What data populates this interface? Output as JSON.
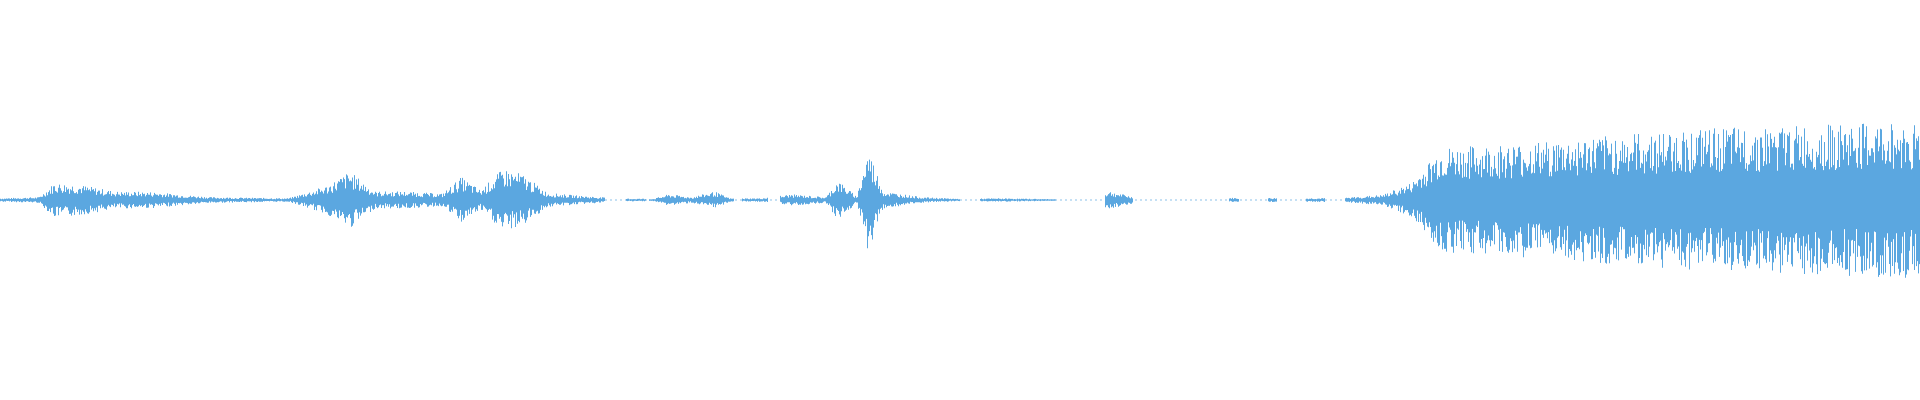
{
  "waveform": {
    "color": "#5BA7E0",
    "background": "#FFFFFF",
    "orientation": "horizontal",
    "envelope": [
      [
        0.0,
        0.006
      ],
      [
        0.02,
        0.01
      ],
      [
        0.028,
        0.06
      ],
      [
        0.04,
        0.055
      ],
      [
        0.06,
        0.03
      ],
      [
        0.08,
        0.028
      ],
      [
        0.095,
        0.018
      ],
      [
        0.11,
        0.01
      ],
      [
        0.13,
        0.008
      ],
      [
        0.15,
        0.006
      ],
      [
        0.17,
        0.05
      ],
      [
        0.182,
        0.1
      ],
      [
        0.195,
        0.03
      ],
      [
        0.21,
        0.03
      ],
      [
        0.23,
        0.022
      ],
      [
        0.24,
        0.08
      ],
      [
        0.25,
        0.035
      ],
      [
        0.262,
        0.11
      ],
      [
        0.272,
        0.09
      ],
      [
        0.285,
        0.025
      ],
      [
        0.3,
        0.016
      ],
      [
        0.32,
        0.006
      ],
      [
        0.34,
        0.004
      ],
      [
        0.348,
        0.02
      ],
      [
        0.36,
        0.01
      ],
      [
        0.372,
        0.03
      ],
      [
        0.38,
        0.006
      ],
      [
        0.396,
        0.006
      ],
      [
        0.412,
        0.02
      ],
      [
        0.43,
        0.01
      ],
      [
        0.436,
        0.07
      ],
      [
        0.446,
        0.012
      ],
      [
        0.452,
        0.18
      ],
      [
        0.46,
        0.03
      ],
      [
        0.48,
        0.01
      ],
      [
        0.5,
        0.004
      ],
      [
        0.52,
        0.006
      ],
      [
        0.54,
        0.004
      ],
      [
        0.56,
        0.002
      ],
      [
        0.578,
        0.03
      ],
      [
        0.592,
        0.008
      ],
      [
        0.62,
        0.006
      ],
      [
        0.65,
        0.008
      ],
      [
        0.68,
        0.006
      ],
      [
        0.7,
        0.008
      ],
      [
        0.72,
        0.018
      ],
      [
        0.735,
        0.06
      ],
      [
        0.75,
        0.18
      ],
      [
        0.8,
        0.2
      ],
      [
        0.85,
        0.23
      ],
      [
        0.9,
        0.25
      ],
      [
        0.95,
        0.26
      ],
      [
        1.0,
        0.27
      ]
    ],
    "silences": [
      [
        0.315,
        0.326
      ],
      [
        0.336,
        0.338
      ],
      [
        0.382,
        0.386
      ],
      [
        0.4,
        0.406
      ],
      [
        0.5,
        0.51
      ],
      [
        0.55,
        0.575
      ],
      [
        0.59,
        0.64
      ],
      [
        0.612,
        0.62
      ],
      [
        0.625,
        0.638
      ],
      [
        0.645,
        0.66
      ],
      [
        0.665,
        0.68
      ],
      [
        0.69,
        0.7
      ]
    ]
  }
}
